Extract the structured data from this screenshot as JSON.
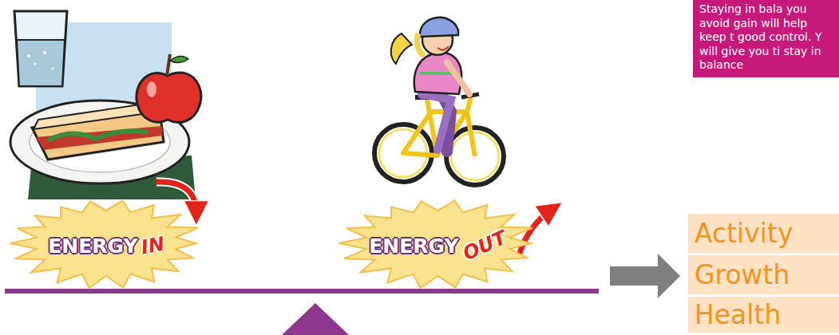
{
  "diagram": {
    "nodes": [
      {
        "text": [
          "ENERGY",
          "IN"
        ]
      },
      {
        "text": [
          "ENERGY",
          "OUT"
        ]
      },
      {
        "text": [
          "Staying in bala you avoid gain will help keep t good control. Y will give you ti stay in balance"
        ]
      },
      {
        "text": [
          "Activity"
        ]
      },
      {
        "text": [
          "Growth"
        ]
      },
      {
        "text": [
          "Health"
        ]
      }
    ]
  }
}
